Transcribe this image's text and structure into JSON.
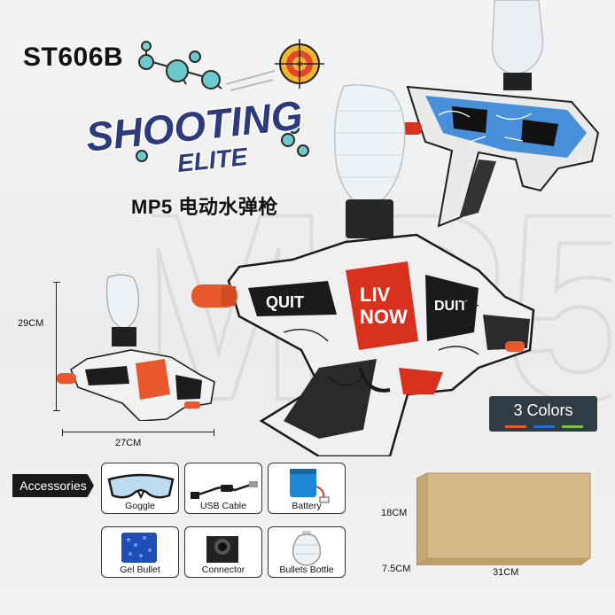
{
  "product": {
    "model_code": "ST606B",
    "logo_line1": "SHOOTING",
    "logo_line2": "ELITE",
    "subtitle": "MP5 电动水弹枪",
    "watermark": "MP5"
  },
  "dimensions": {
    "gun_height": "29CM",
    "gun_width": "27CM",
    "box_height": "18CM",
    "box_depth": "7.5CM",
    "box_width": "31CM"
  },
  "colors": {
    "label": "3 Colors",
    "swatches": [
      "#e8582c",
      "#2a6bd1",
      "#7cc23a"
    ],
    "gun_red": "#d8321f",
    "gun_blue": "#2b7fd6",
    "box": "#d6b98a"
  },
  "accessories": {
    "heading": "Accessories",
    "items": [
      {
        "label": "Goggle",
        "icon": "goggle-icon"
      },
      {
        "label": "USB Cable",
        "icon": "usb-cable-icon"
      },
      {
        "label": "Battery",
        "icon": "battery-icon"
      },
      {
        "label": "Gel Bullet",
        "icon": "gel-bullet-icon"
      },
      {
        "label": "Connector",
        "icon": "connector-icon"
      },
      {
        "label": "Bullets Bottle",
        "icon": "bullets-bottle-icon"
      }
    ]
  }
}
